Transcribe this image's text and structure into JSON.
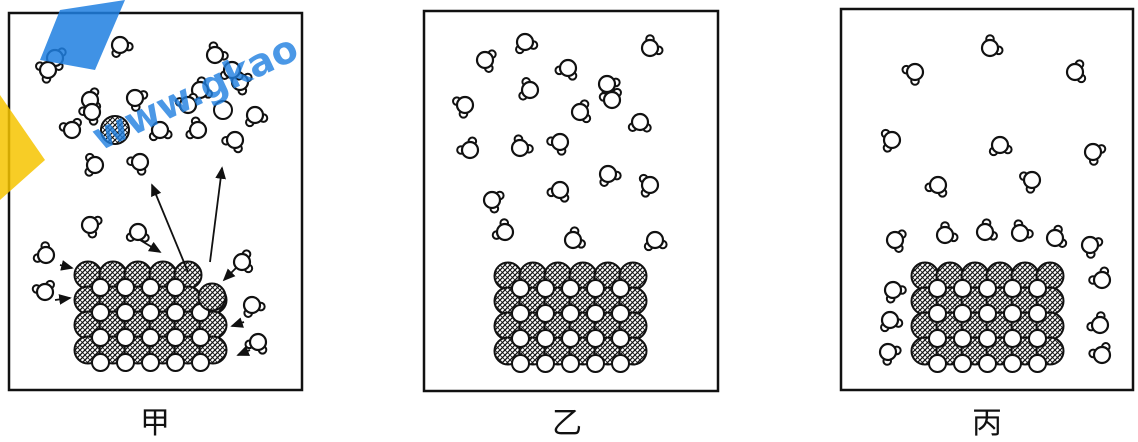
{
  "panels": [
    {
      "id": "jia",
      "label": "甲"
    },
    {
      "id": "yi",
      "label": "乙"
    },
    {
      "id": "bing",
      "label": "丙"
    }
  ],
  "watermark": {
    "text": "www.gkao",
    "color": "#1f7fe0",
    "accent": "#f6c400"
  },
  "colors": {
    "stroke": "#111111",
    "crystal_fill": "#555555",
    "paper": "#ffffff"
  },
  "icons": {
    "water_molecule": "water-molecule-icon",
    "ion_large": "hatched-large-ion",
    "ion_small": "small-white-ion"
  }
}
